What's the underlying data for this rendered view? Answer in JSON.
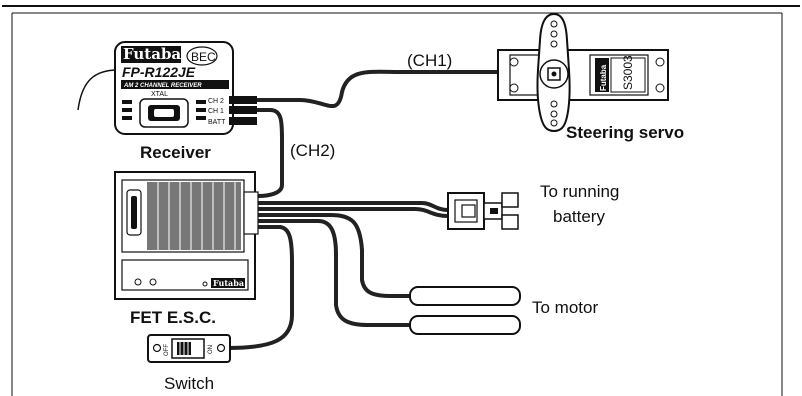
{
  "labels": {
    "ch1": "(CH1)",
    "ch2": "(CH2)",
    "steering_servo": "Steering servo",
    "receiver": "Receiver",
    "to_running_battery_line1": "To running",
    "to_running_battery_line2": "battery",
    "to_motor": "To motor",
    "fet_esc": "FET E.S.C.",
    "switch": "Switch"
  },
  "receiver": {
    "brand": "Futaba",
    "bec": "BEC",
    "model": "FP-R122JE",
    "subtitle": "AM 2 CHANNEL RECEIVER",
    "xtal": "XTAL",
    "port_ch2": "CH 2",
    "port_ch1": "CH 1",
    "port_batt": "BATT"
  },
  "servo": {
    "brand": "Futaba",
    "model": "S3003"
  },
  "esc": {
    "brand": "Futaba"
  },
  "switch_device": {
    "off": "OFF",
    "on": "ON"
  }
}
